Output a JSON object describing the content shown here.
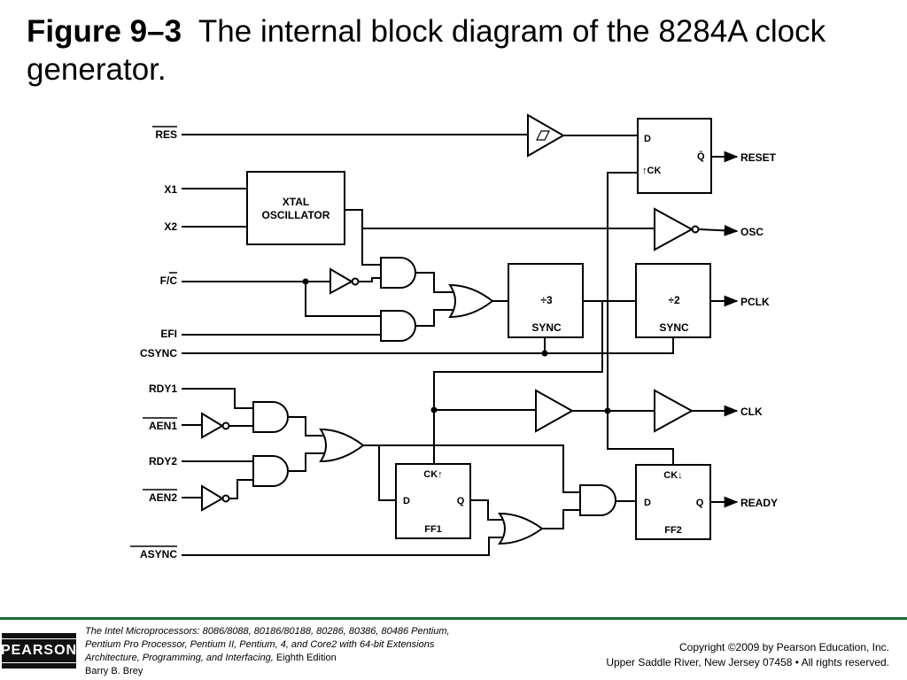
{
  "title": {
    "figure": "Figure 9–3",
    "caption": "The internal block diagram of the 8284A clock generator."
  },
  "diagram": {
    "inputs": {
      "res": "RES",
      "x1": "X1",
      "x2": "X2",
      "fc": "F/C",
      "efi": "EFI",
      "csync": "CSYNC",
      "rdy1": "RDY1",
      "aen1": "AEN1",
      "rdy2": "RDY2",
      "aen2": "AEN2",
      "async": "ASYNC"
    },
    "outputs": {
      "reset": "RESET",
      "osc": "OSC",
      "pclk": "PCLK",
      "clk": "CLK",
      "ready": "READY"
    },
    "blocks": {
      "xtal_line1": "XTAL",
      "xtal_line2": "OSCILLATOR",
      "div3": "÷3",
      "div3_sync": "SYNC",
      "div2": "÷2",
      "div2_sync": "SYNC",
      "reset_ff_d": "D",
      "reset_ff_ck": "↑CK",
      "reset_ff_q": "Q̄",
      "ff1_ck": "CK↑",
      "ff1_d": "D",
      "ff1_q": "Q",
      "ff1_name": "FF1",
      "ff2_ck": "CK↓",
      "ff2_d": "D",
      "ff2_q": "Q",
      "ff2_name": "FF2"
    }
  },
  "footer": {
    "logo": "PEARSON",
    "book_title": "The Intel Microprocessors:",
    "book_line1": "8086/8088, 80186/80188, 80286, 80386, 80486 Pentium,",
    "book_line2": "Pentium Pro Processor, Pentium II, Pentium, 4, and Core2 with 64-bit Extensions",
    "book_line3": "Architecture, Programming, and Interfacing,",
    "edition": "Eighth Edition",
    "author": "Barry B. Brey",
    "copyright": "Copyright ©2009 by Pearson Education, Inc.",
    "address": "Upper Saddle River, New Jersey 07458 • All rights reserved."
  }
}
